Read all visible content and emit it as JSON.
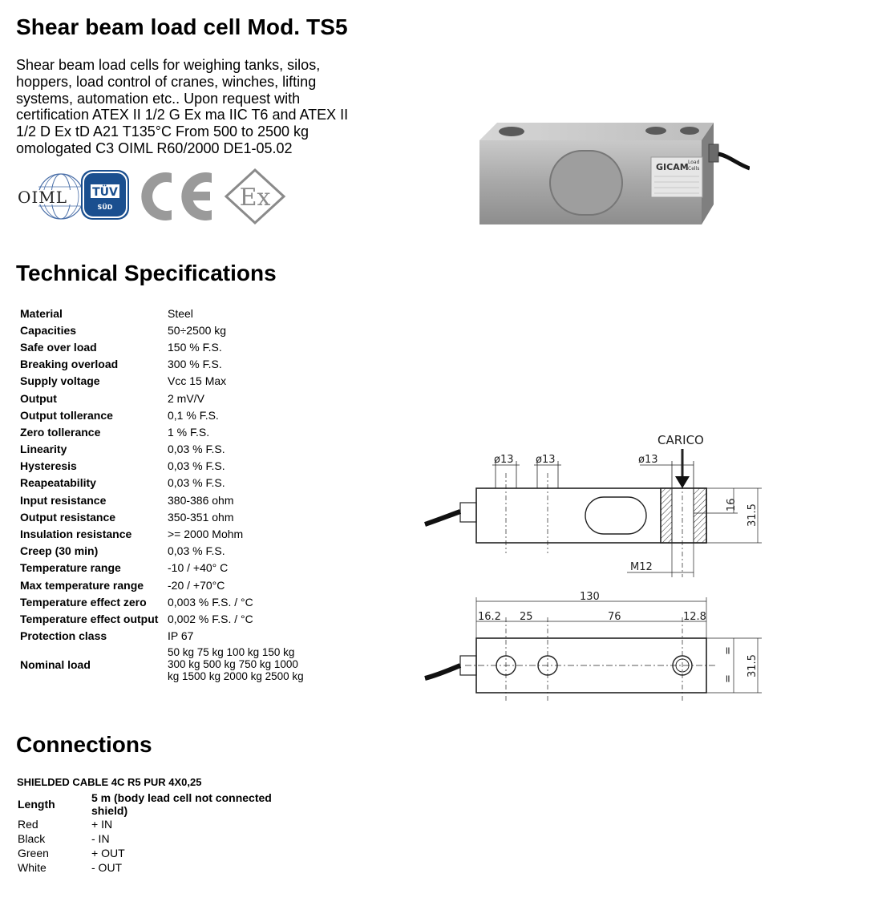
{
  "title": "Shear beam load cell Mod. TS5",
  "intro": "Shear beam load cells for weighing tanks, silos, hoppers, load control of cranes, winches, lifting systems, automation etc.. Upon request with certification ATEX II 1/2 G Ex ma IIC T6 and ATEX II 1/2 D Ex tD A21 T135°C From 500 to 2500 kg omologated C3 OIML R60/2000 DE1-05.02",
  "logos": {
    "oiml": "OIML",
    "tuv": "TÜV",
    "tuv_sub": "SÜD",
    "ce": "CE",
    "ex": "Ex"
  },
  "product_photo": {
    "brand": "GICAM",
    "brand_sub_1": "Load",
    "brand_sub_2": "Cells"
  },
  "spec_title": "Technical Specifications",
  "specs": [
    {
      "label": "Material",
      "value": "Steel"
    },
    {
      "label": "Capacities",
      "value": "50÷2500 kg"
    },
    {
      "label": "Safe over load",
      "value": "150 % F.S."
    },
    {
      "label": "Breaking overload",
      "value": "300 % F.S."
    },
    {
      "label": "Supply voltage",
      "value": "Vcc 15 Max"
    },
    {
      "label": "Output",
      "value": "2 mV/V"
    },
    {
      "label": "Output tollerance",
      "value": "0,1 % F.S."
    },
    {
      "label": "Zero tollerance",
      "value": "1 % F.S."
    },
    {
      "label": "Linearity",
      "value": "0,03 % F.S."
    },
    {
      "label": "Hysteresis",
      "value": "0,03 % F.S."
    },
    {
      "label": "Reapeatability",
      "value": "0,03 % F.S."
    },
    {
      "label": "Input resistance",
      "value": "380-386 ohm"
    },
    {
      "label": "Output resistance",
      "value": "350-351 ohm"
    },
    {
      "label": "Insulation resistance",
      "value": ">= 2000 Mohm"
    },
    {
      "label": "Creep (30 min)",
      "value": "0,03 % F.S."
    },
    {
      "label": "Temperature range",
      "value": "-10 / +40° C"
    },
    {
      "label": "Max temperature range",
      "value": "-20 / +70°C"
    },
    {
      "label": "Temperature effect zero",
      "value": "0,003 % F.S. / °C"
    },
    {
      "label": "Temperature effect output",
      "value": "0,002 % F.S. / °C"
    },
    {
      "label": "Protection class",
      "value": "IP 67"
    }
  ],
  "nominal_load": {
    "label": "Nominal load",
    "lines": [
      "50 kg 75 kg 100 kg 150 kg",
      "300 kg 500 kg 750 kg 1000",
      "kg 1500 kg 2000 kg 2500 kg"
    ]
  },
  "drawing": {
    "carico": "CARICO",
    "hole_1": "ø13",
    "hole_2": "ø13",
    "hole_3": "ø13",
    "dim_16": "16",
    "dim_31_5_top": "31.5",
    "thread": "M12",
    "total_length": "130",
    "d_16_2": "16.2",
    "d_25": "25",
    "d_76": "76",
    "d_12_8": "12.8",
    "eq_top": "=",
    "eq_bottom": "=",
    "dim_31_5_bottom": "31.5"
  },
  "connections_title": "Connections",
  "cable": "SHIELDED CABLE 4C R5 PUR 4X0,25",
  "length_label": "Length",
  "length_value_1": "5 m (body lead cell not connected",
  "length_value_2": "shield)",
  "wires": [
    {
      "color": "Red",
      "signal": "+ IN"
    },
    {
      "color": "Black",
      "signal": "- IN"
    },
    {
      "color": "Green",
      "signal": "+ OUT"
    },
    {
      "color": "White",
      "signal": "- OUT"
    }
  ]
}
